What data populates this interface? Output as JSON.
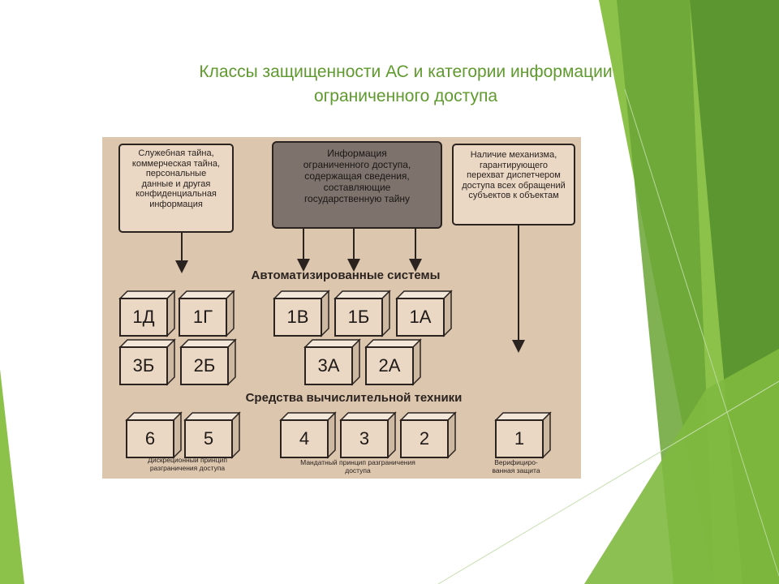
{
  "slide": {
    "title_lines": [
      "Классы защищенности АС и категории информации",
      "ограниченного доступа"
    ],
    "colors": {
      "title": "#5f9a2e",
      "accent_green": "#7cb342",
      "dark_green": "#4e8a26",
      "photo_bg": "#dcc6ae"
    }
  },
  "diagram": {
    "top_boxes": {
      "left": [
        "Служебная тайна,",
        "коммерческая тайна,",
        "персональные",
        "данные и другая",
        "конфиденциальная",
        "информация"
      ],
      "center": [
        "Информация",
        "ограниченного доступа,",
        "содержащая сведения,",
        "составляющие",
        "государственную тайну"
      ],
      "right": [
        "Наличие механизма,",
        "гарантирующего",
        "перехват диспетчером",
        "доступа всех обращений",
        "субъектов к объектам"
      ]
    },
    "row_labels": {
      "automated_systems": "Автоматизированные системы",
      "computing_facilities": "Средства вычислительной техники"
    },
    "as_classes": [
      {
        "label": "1Д"
      },
      {
        "label": "1Г"
      },
      {
        "label": "1В"
      },
      {
        "label": "1Б"
      },
      {
        "label": "1А"
      },
      {
        "label": "3Б"
      },
      {
        "label": "2Б"
      },
      {
        "label": "3А"
      },
      {
        "label": "2А"
      }
    ],
    "svt_classes": [
      {
        "label": "6"
      },
      {
        "label": "5"
      },
      {
        "label": "4"
      },
      {
        "label": "3"
      },
      {
        "label": "2"
      },
      {
        "label": "1"
      }
    ],
    "captions": {
      "discretionary": [
        "Дискреционный принцип",
        "разграничения доступа"
      ],
      "mandatory": [
        "Мандатный принцип разграничения",
        "доступа"
      ],
      "verified": [
        "Верифициро-",
        "ванная защита"
      ]
    }
  }
}
